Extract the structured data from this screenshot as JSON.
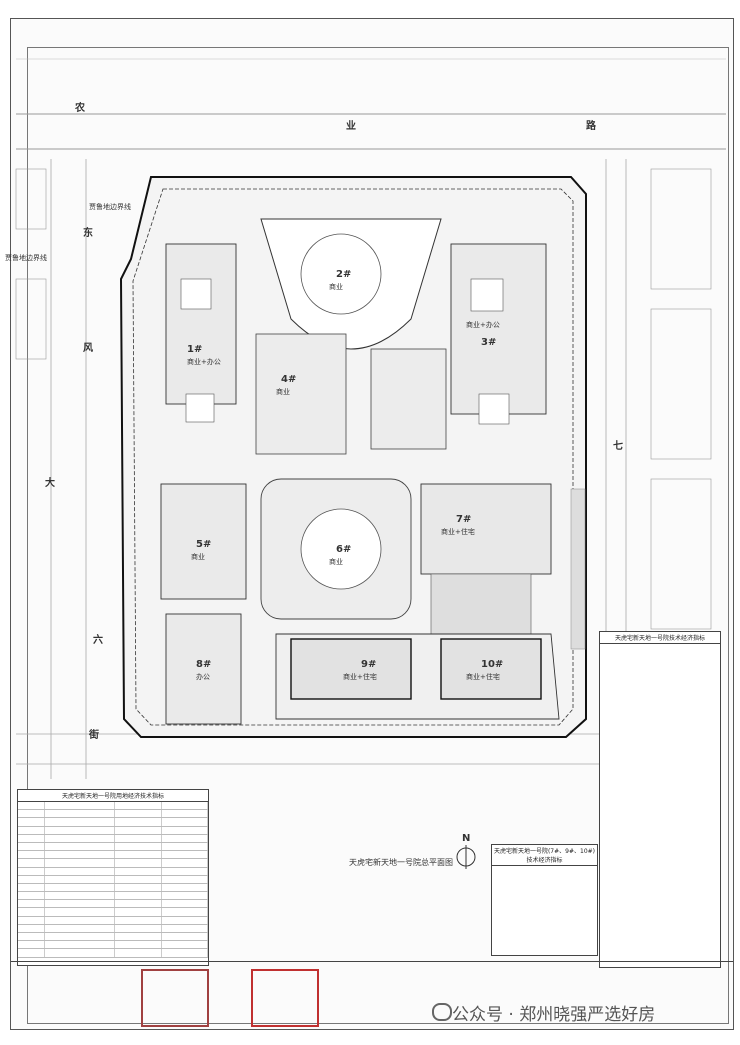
{
  "plan": {
    "title": "天虎宅新天地一号院总平面图",
    "north_label": "N",
    "roads": {
      "north": [
        "农",
        "业",
        "路"
      ],
      "west": [
        "东",
        "风",
        "大",
        "六"
      ],
      "east": [
        "七"
      ],
      "south": [
        "街"
      ]
    },
    "notes_left": [
      "贾鲁地边界线",
      "贾鲁地边界线"
    ],
    "buildings": [
      {
        "id": "1#",
        "label": "商业+办公"
      },
      {
        "id": "2#",
        "label": "商业"
      },
      {
        "id": "3#",
        "label": "商业+办公"
      },
      {
        "id": "4#",
        "label": "商业"
      },
      {
        "id": "5#",
        "label": "商业"
      },
      {
        "id": "6#",
        "label": "商业"
      },
      {
        "id": "7#",
        "label": "商业+住宅"
      },
      {
        "id": "8#",
        "label": "办公"
      },
      {
        "id": "9#",
        "label": "商业+住宅"
      },
      {
        "id": "10#",
        "label": "商业+住宅"
      }
    ]
  },
  "tables": {
    "left_title": "天虎宅新天地一号院用地经济技术指标",
    "right_title": "天虎宅新天地一号院技术经济指标",
    "mid_title": "天虎宅新天地一号院(7#、9#、10#)技术经济指标"
  },
  "watermark": "公众号 · 郑州晓强严选好房"
}
